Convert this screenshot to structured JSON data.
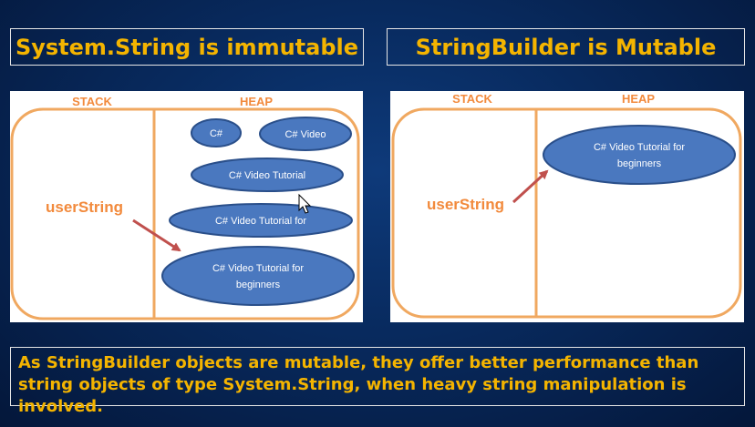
{
  "left": {
    "title": "System.String is immutable",
    "stack_label": "STACK",
    "heap_label": "HEAP",
    "variable": "userString",
    "objects": [
      {
        "line1": "C#",
        "line2": ""
      },
      {
        "line1": "C# Video",
        "line2": ""
      },
      {
        "line1": "C# Video Tutorial",
        "line2": ""
      },
      {
        "line1": "C# Video Tutorial for",
        "line2": ""
      },
      {
        "line1": "C# Video Tutorial for",
        "line2": "beginners"
      }
    ]
  },
  "right": {
    "title": "StringBuilder is Mutable",
    "stack_label": "STACK",
    "heap_label": "HEAP",
    "variable": "userString",
    "objects": [
      {
        "line1": "C# Video Tutorial for",
        "line2": "beginners"
      }
    ]
  },
  "footer": {
    "text": "As StringBuilder objects are mutable, they offer better performance than string objects of type System.String, when heavy string manipulation is involved."
  },
  "colors": {
    "accent": "#f4b400",
    "ellipse_fill": "#4a78bf",
    "ellipse_stroke": "#2a4f8a",
    "frame": "#f0a860",
    "arrow": "#c0504d",
    "label": "#f28a3c"
  }
}
